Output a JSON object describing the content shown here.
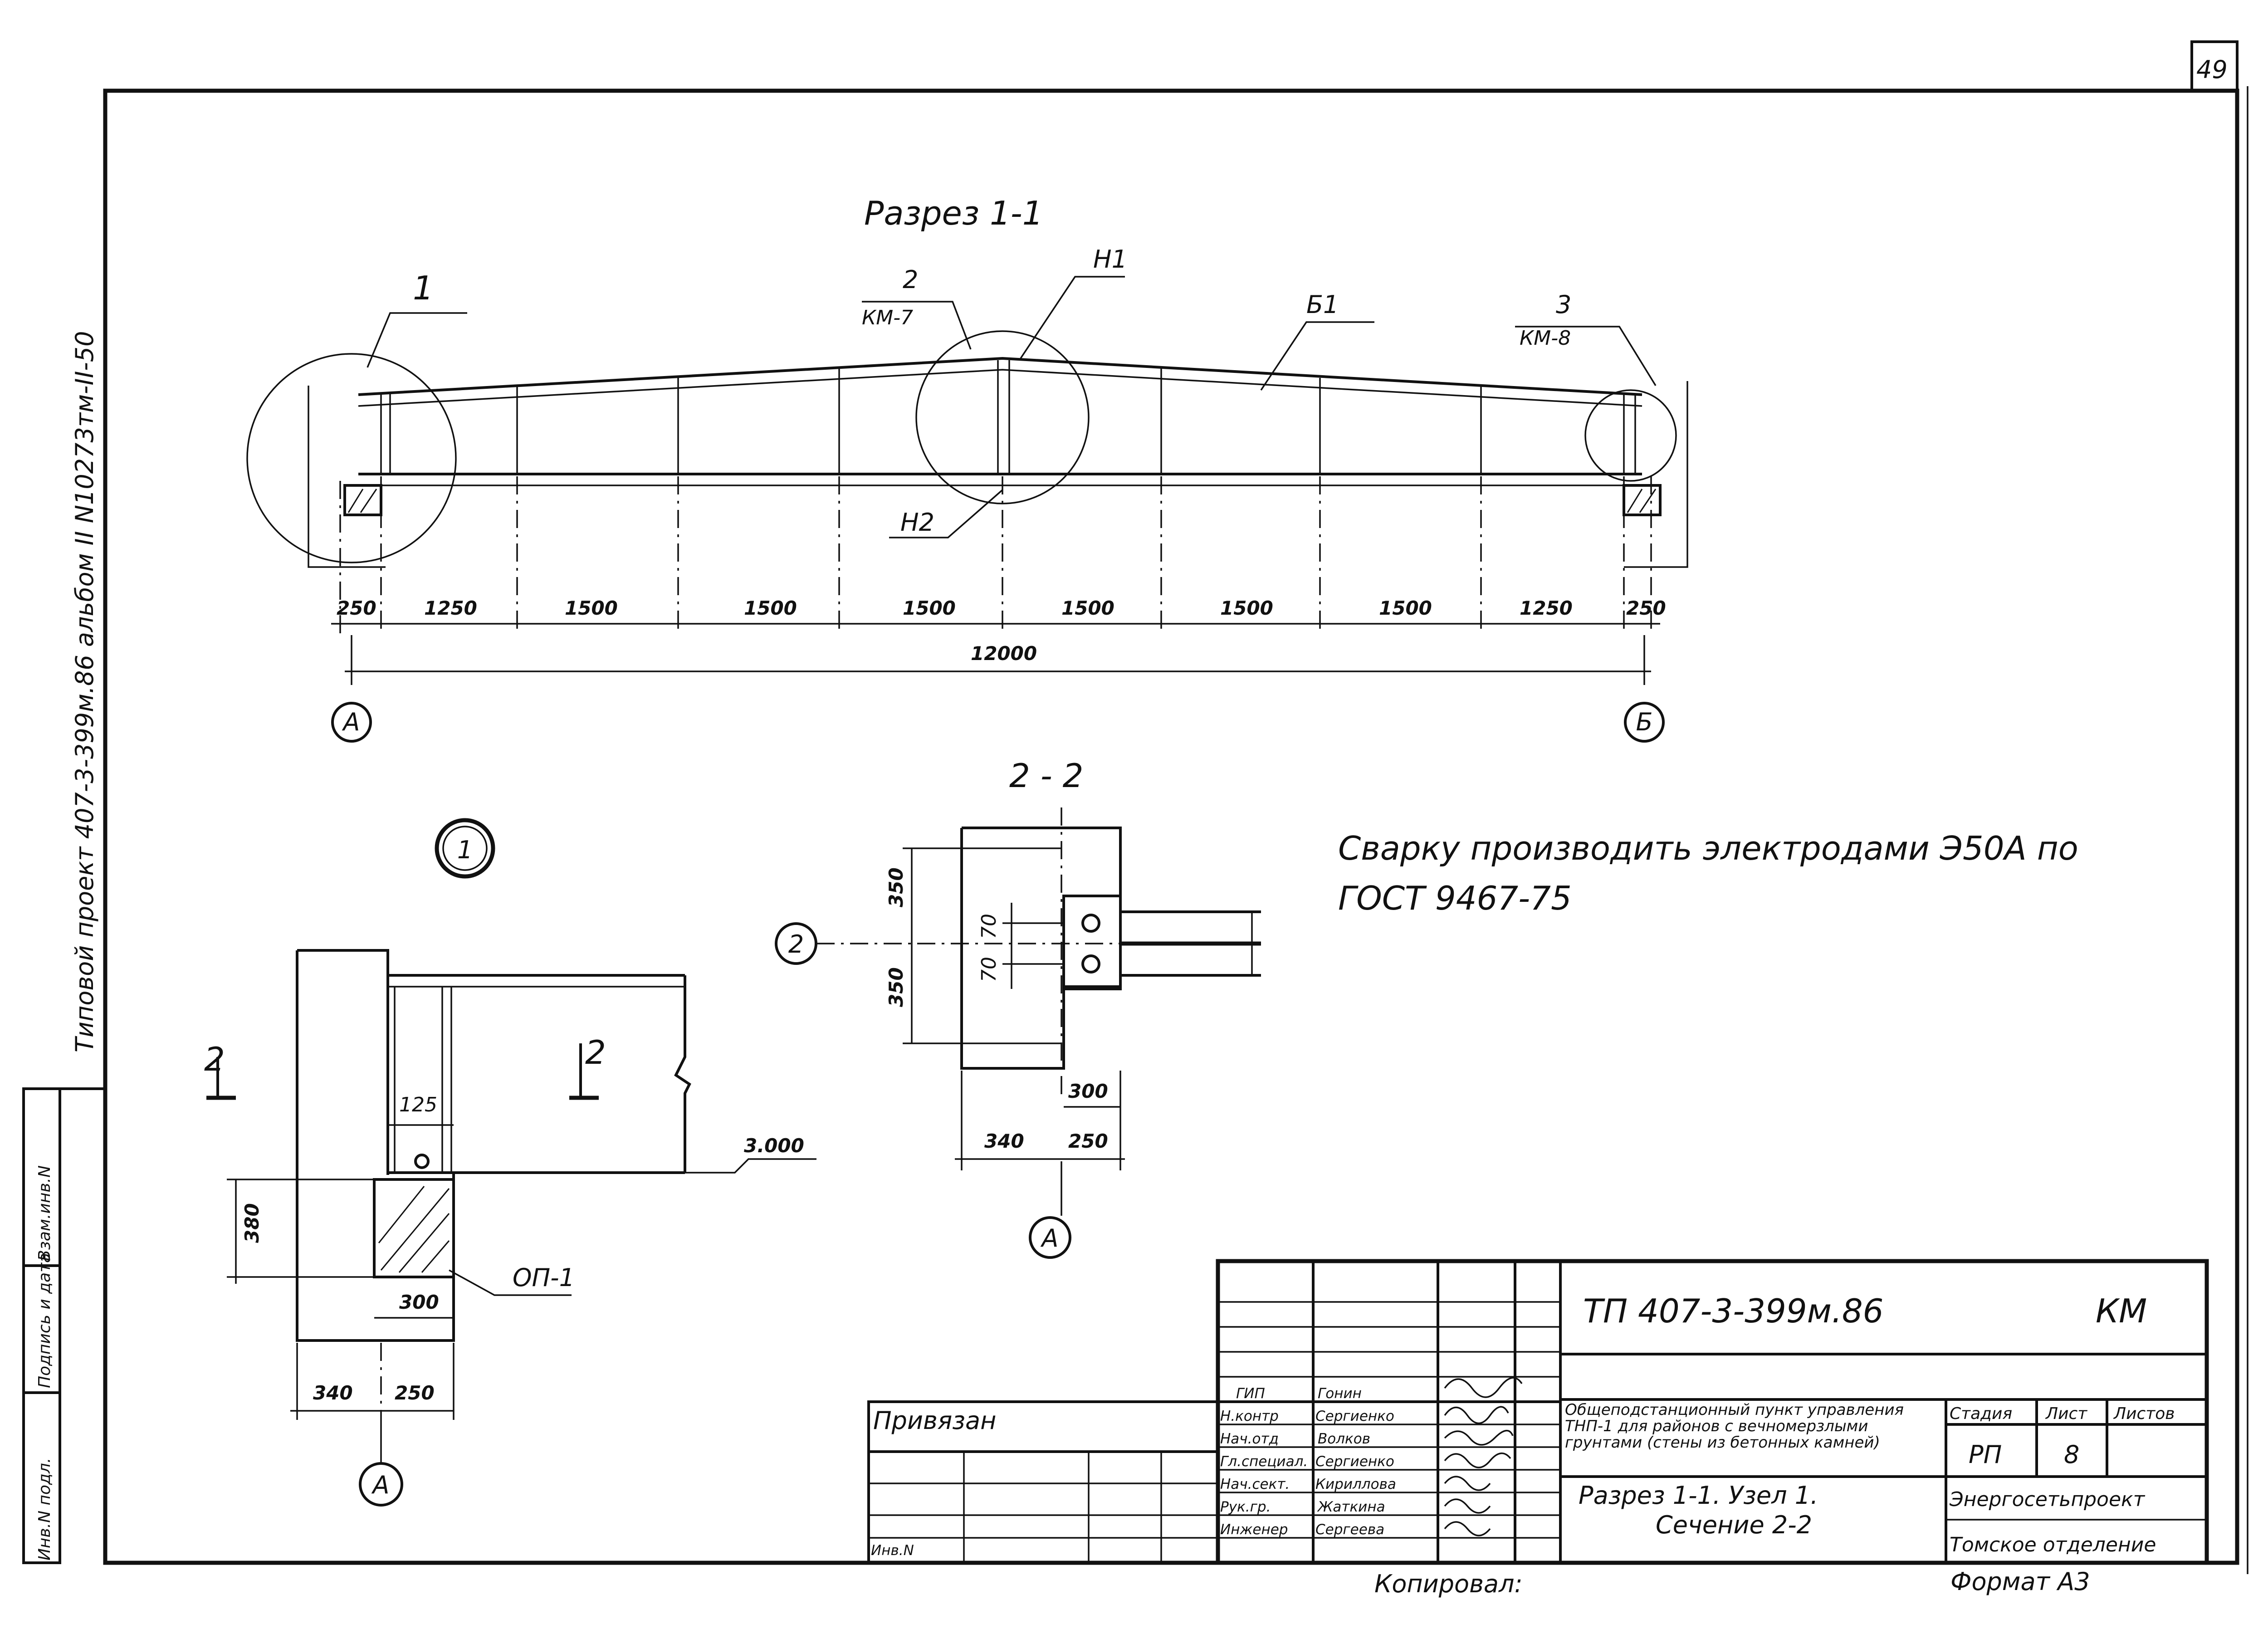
{
  "sheet": {
    "page_number": "49",
    "side_stamp": "Типовой проект 407-3-399м.86 альбом II N10273тм-II-50",
    "left_columns": [
      "Инв.N подл.",
      "Подпись и дата",
      "Взам.инв.N"
    ]
  },
  "section_1_1": {
    "title": "Разрез 1-1",
    "callouts": {
      "c1": "1",
      "c2_num": "2",
      "c2_sheet": "КМ-7",
      "c3_num": "3",
      "c3_sheet": "КМ-8",
      "h1": "Н1",
      "h2": "Н2",
      "b1": "Б1"
    },
    "segments": [
      "250",
      "1250",
      "1500",
      "1500",
      "1500",
      "1500",
      "1500",
      "1500",
      "1250",
      "250"
    ],
    "total": "12000",
    "axis_left": "А",
    "axis_right": "Б"
  },
  "node_1": {
    "marker": "1",
    "cut_left": "2",
    "cut_right": "2",
    "dim_125": "125",
    "elevation": "3.000",
    "dim_380": "380",
    "dim_300": "300",
    "support_label": "ОП-1",
    "dim_340": "340",
    "dim_250": "250",
    "axis": "А"
  },
  "section_2_2": {
    "title": "2 - 2",
    "axis_left": "2",
    "dim_350_top": "350",
    "dim_350_bottom": "350",
    "dim_70_a": "70",
    "dim_70_b": "70",
    "dim_300": "300",
    "dim_340": "340",
    "dim_250": "250",
    "axis_bottom": "А"
  },
  "note": {
    "line1": "Сварку производить электродами Э50А по",
    "line2": "ГОСТ 9467-75"
  },
  "title_block": {
    "code": "ТП 407-3-399м.86",
    "mark": "КМ",
    "description": "Общеподстанционный пункт управления ТНП-1 для районов с вечномерзлыми грунтами (стены из бетонных камней)",
    "drawing_name_1": "Разрез 1-1. Узел 1.",
    "drawing_name_2": "Сечение 2-2",
    "stage_label": "Стадия",
    "sheet_label": "Лист",
    "sheets_label": "Листов",
    "stage": "РП",
    "sheet": "8",
    "org_1": "Энергосетьпроект",
    "org_2": "Томское отделение",
    "bound_label": "Привязан",
    "inv_label": "Инв.N",
    "copied_label": "Копировал:",
    "format_label": "Формат А3",
    "signatories": [
      {
        "role": "ГИП",
        "name": "Гонин"
      },
      {
        "role": "Н.контр",
        "name": "Сергиенко"
      },
      {
        "role": "Нач.отд",
        "name": "Волков"
      },
      {
        "role": "Гл.специал.",
        "name": "Сергиенко"
      },
      {
        "role": "Нач.сект.",
        "name": "Кириллова"
      },
      {
        "role": "Рук.гр.",
        "name": "Жаткина"
      },
      {
        "role": "Инженер",
        "name": "Сергеева"
      }
    ]
  }
}
